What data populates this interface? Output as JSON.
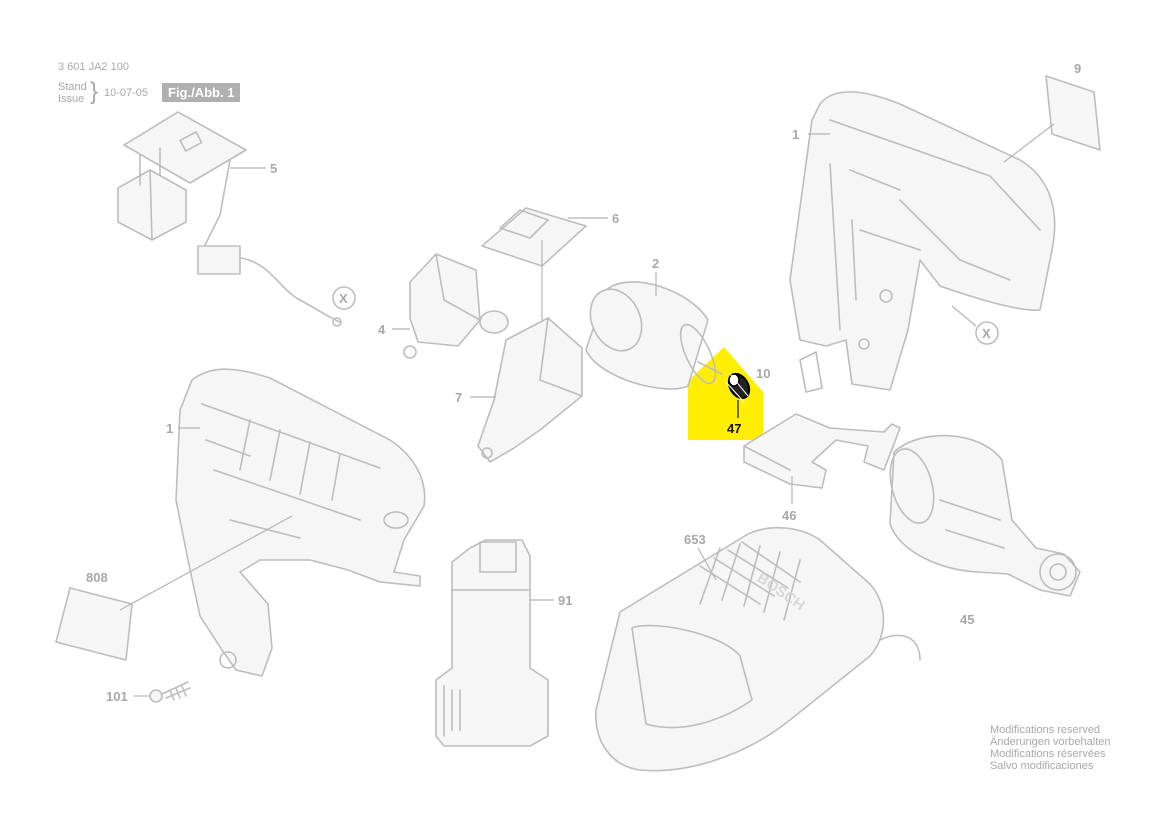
{
  "header": {
    "doc_number": "3 601 JA2 100",
    "stand_label": "Stand",
    "issue_label": "Issue",
    "date": "10-07-05",
    "figure_label": "Fig./Abb. 1"
  },
  "footer": {
    "modifications": [
      "Modifications reserved",
      "Änderungen vorbehalten",
      "Modifications réservées",
      "Salvo modificaciones"
    ]
  },
  "parts": {
    "p1_top": "1",
    "p1_left": "1",
    "p2": "2",
    "p4": "4",
    "p5": "5",
    "p6": "6",
    "p7": "7",
    "p9": "9",
    "p10": "10",
    "p45": "45",
    "p46": "46",
    "p47": "47",
    "p91": "91",
    "p101": "101",
    "p653": "653",
    "p808": "808",
    "x_marker_1": "X",
    "x_marker_2": "X"
  },
  "colors": {
    "highlight": "#ffee00",
    "line_art": "#bdbdbd",
    "label": "#a8a8a8",
    "highlight_part": "#111111"
  }
}
